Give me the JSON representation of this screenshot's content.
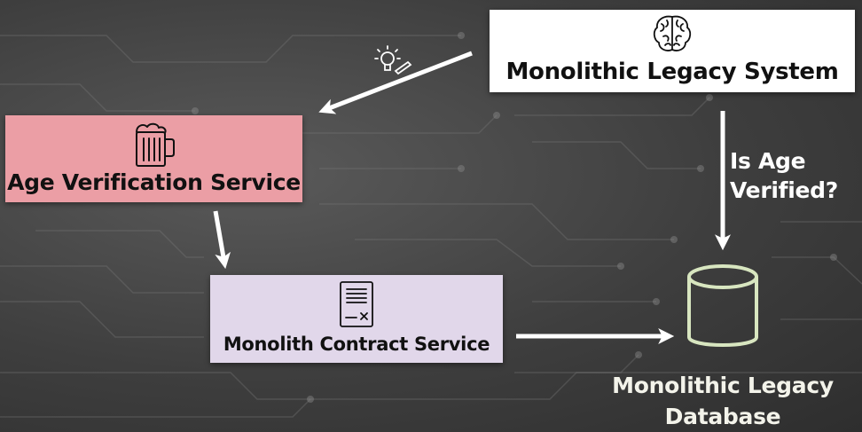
{
  "nodes": {
    "legacy_system": {
      "label": "Monolithic Legacy System",
      "icon": "brain-icon"
    },
    "age_verification": {
      "label": "Age Verification Service",
      "icon": "beer-mug-icon"
    },
    "contract_service": {
      "label": "Monolith Contract Service",
      "icon": "contract-document-icon"
    },
    "legacy_database": {
      "label_line1": "Monolithic Legacy",
      "label_line2": "Database",
      "icon": "database-cylinder-icon"
    }
  },
  "edges": [
    {
      "from": "legacy_system",
      "to": "age_verification",
      "icon": "lightbulb-idea-icon"
    },
    {
      "from": "age_verification",
      "to": "contract_service"
    },
    {
      "from": "contract_service",
      "to": "legacy_database"
    },
    {
      "from": "legacy_system",
      "to": "legacy_database",
      "label_line1": "Is Age",
      "label_line2": "Verified?"
    }
  ],
  "colors": {
    "background": "#3f3f3f",
    "legacy_box": "#ffffff",
    "age_box": "#eb9ea5",
    "contract_box": "#e1d7ea",
    "database_outline": "#d8e6c0",
    "arrow": "#ffffff"
  }
}
